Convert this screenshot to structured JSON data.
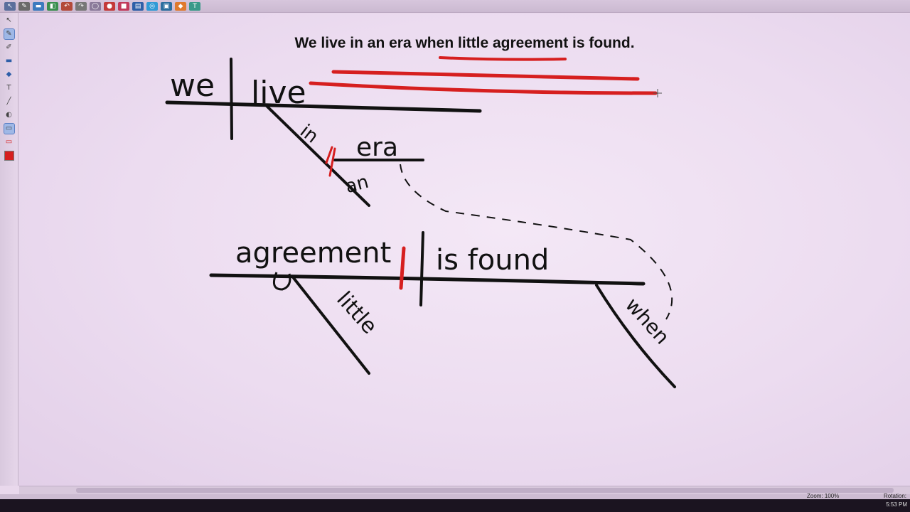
{
  "toolbar": {
    "icons": [
      "select-icon",
      "pen-icon",
      "highlighter-icon",
      "eraser-icon",
      "undo-icon",
      "redo-icon",
      "shapes-icon",
      "text-icon",
      "color-icon",
      "save-icon",
      "print-icon",
      "camera-icon",
      "fill-icon",
      "screen-icon"
    ]
  },
  "sidebar": {
    "tools": [
      "select-icon",
      "pen-icon",
      "pencil-icon",
      "eraser-icon",
      "fill-icon",
      "text-icon",
      "line-icon",
      "highlighter-icon",
      "shape-icon",
      "red-pen-icon"
    ],
    "active_color": "#d61f1f"
  },
  "canvas": {
    "sentence_before": "We live in an era when ",
    "sentence_underlined": "little agreement",
    "sentence_after": " is found.",
    "handwriting": {
      "subject": "we",
      "verb": "live",
      "preposition": "in",
      "object": "era",
      "article": "an",
      "subject2": "agreement",
      "verb2": "is found",
      "modifier": "little",
      "relative": "when"
    }
  },
  "status": {
    "zoom": "Zoom: 100%",
    "rotation": "Rotation:",
    "time": "5:53 PM"
  },
  "colors": {
    "ink": "#111111",
    "red_ink": "#d61f1f",
    "background": "#ecdcf0"
  }
}
